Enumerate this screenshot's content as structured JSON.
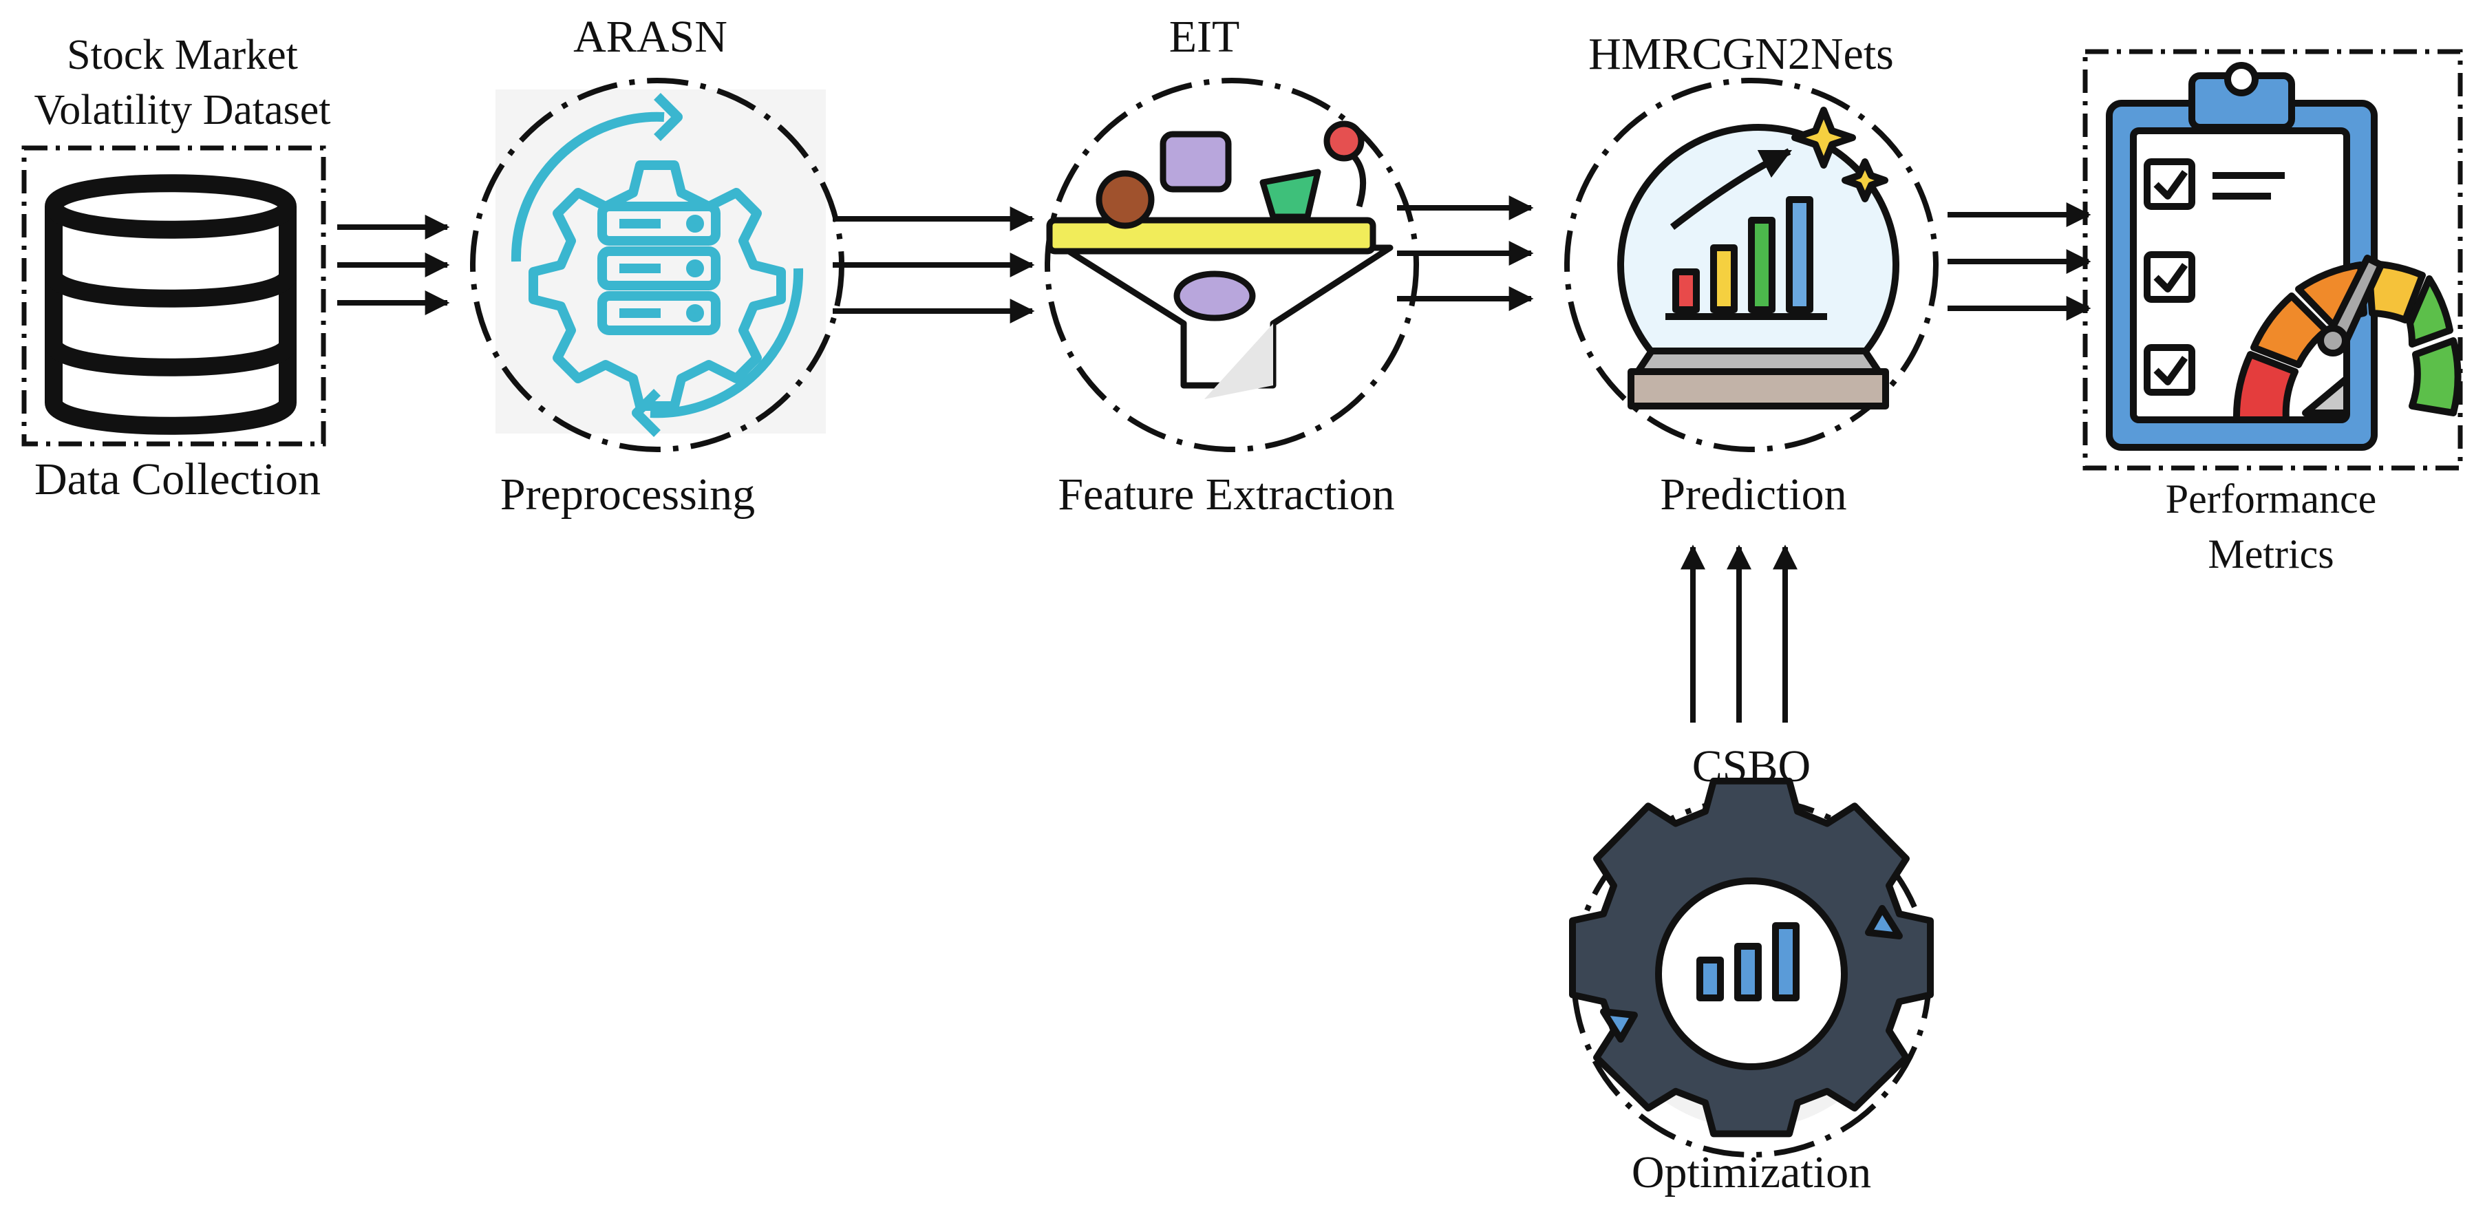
{
  "stages": {
    "data_collection": {
      "title_line1": "Stock Market",
      "title_line2": "Volatility Dataset",
      "caption": "Data Collection",
      "icon": "database-icon"
    },
    "preprocessing": {
      "title": "ARASN",
      "caption": "Preprocessing",
      "icon": "gear-server-icon"
    },
    "feature_extraction": {
      "title": "EIT",
      "caption": "Feature Extraction",
      "icon": "funnel-icon"
    },
    "prediction": {
      "title": "HMRCGN2Nets",
      "caption": "Prediction",
      "icon": "crystal-ball-chart-icon"
    },
    "performance": {
      "caption_line1": "Performance",
      "caption_line2": "Metrics",
      "icon": "clipboard-gauge-icon"
    },
    "optimization": {
      "title": "CSBO",
      "caption": "Optimization",
      "icon": "gear-chart-icon"
    }
  },
  "colors": {
    "ink": "#111111",
    "teal": "#3ab6cf",
    "funnel_yellow": "#f1ec5a",
    "purple": "#b8a6dc",
    "clipboard_blue": "#5a9bd8",
    "gauge_red": "#e43d3d",
    "gauge_orange": "#f08a2a",
    "gauge_yellow": "#f5c23a",
    "gauge_green": "#5cbf4a",
    "gear_dark": "#3b4654"
  }
}
